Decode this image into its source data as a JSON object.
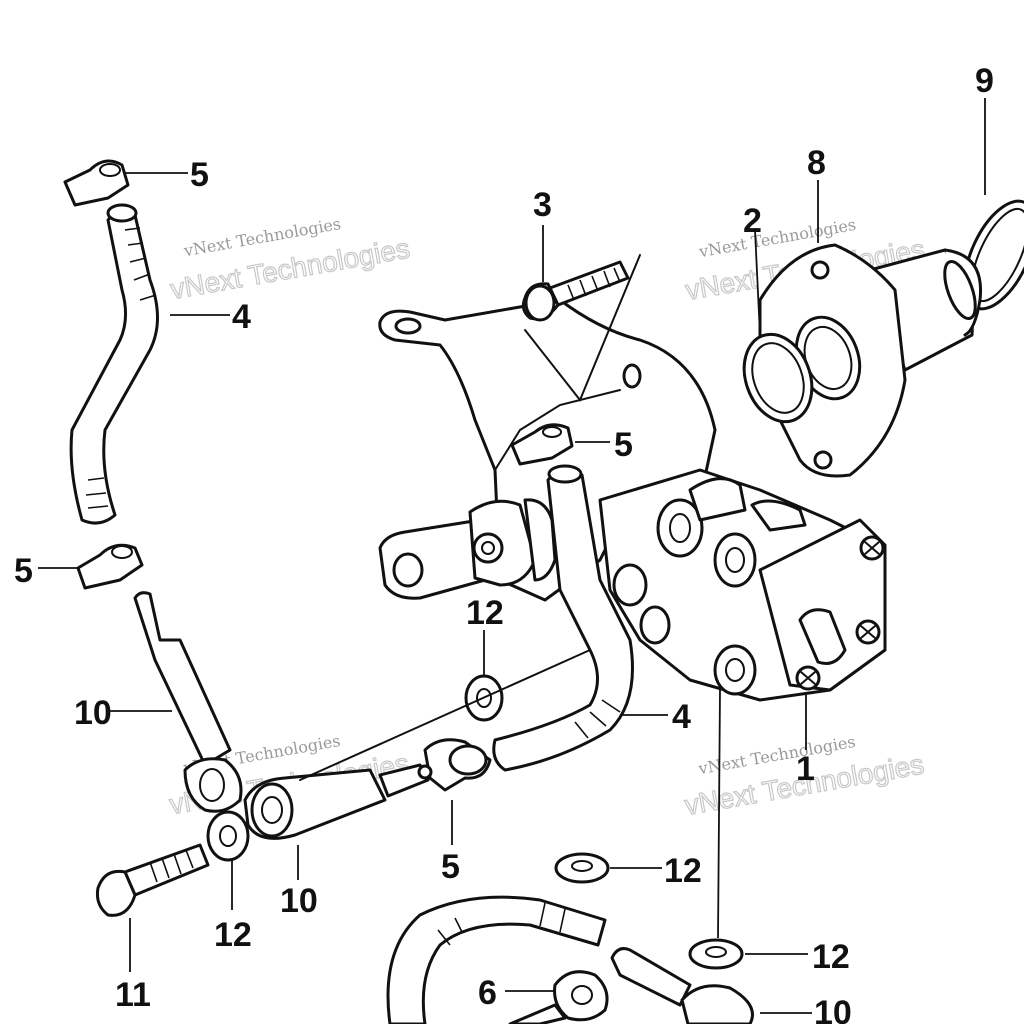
{
  "diagram": {
    "callouts": [
      {
        "id": "c5a",
        "label": "5"
      },
      {
        "id": "c4a",
        "label": "4"
      },
      {
        "id": "c5b",
        "label": "5"
      },
      {
        "id": "c10a",
        "label": "10"
      },
      {
        "id": "c3",
        "label": "3"
      },
      {
        "id": "c2",
        "label": "2"
      },
      {
        "id": "c8",
        "label": "8"
      },
      {
        "id": "c9",
        "label": "9"
      },
      {
        "id": "c5c",
        "label": "5"
      },
      {
        "id": "c12a",
        "label": "12"
      },
      {
        "id": "c4b",
        "label": "4"
      },
      {
        "id": "c1",
        "label": "1"
      },
      {
        "id": "c5d",
        "label": "5"
      },
      {
        "id": "c10b",
        "label": "10"
      },
      {
        "id": "c12b",
        "label": "12"
      },
      {
        "id": "c11",
        "label": "11"
      },
      {
        "id": "c12c",
        "label": "12"
      },
      {
        "id": "c12d",
        "label": "12"
      },
      {
        "id": "c6",
        "label": "6"
      },
      {
        "id": "c10c",
        "label": "10"
      }
    ]
  },
  "watermarks": [
    {
      "line1": "vNext Technologies",
      "line2": "vNext Technologies"
    },
    {
      "line1": "vNext Technologies",
      "line2": "vNext Technologies"
    },
    {
      "line1": "vNext Technologies",
      "line2": "vNext Technologies"
    },
    {
      "line1": "vNext Technologies",
      "line2": "vNext Technologies"
    }
  ]
}
